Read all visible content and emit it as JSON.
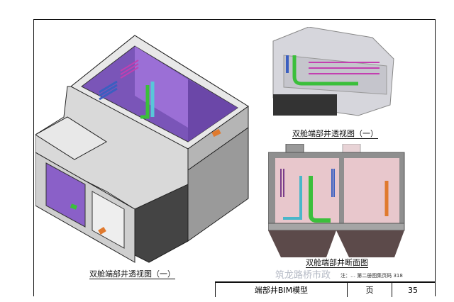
{
  "captions": {
    "iso_left": "双舱端部井透视图（一）",
    "iso_right": "双舱端部井透视图（一）",
    "section": "双舱端部井断面图"
  },
  "note": "注：… 第二册图集页码 318",
  "title_block": {
    "title": "端部井BIM模型",
    "page_label": "页",
    "page_number": "35"
  },
  "watermark": "筑龙路桥市政"
}
